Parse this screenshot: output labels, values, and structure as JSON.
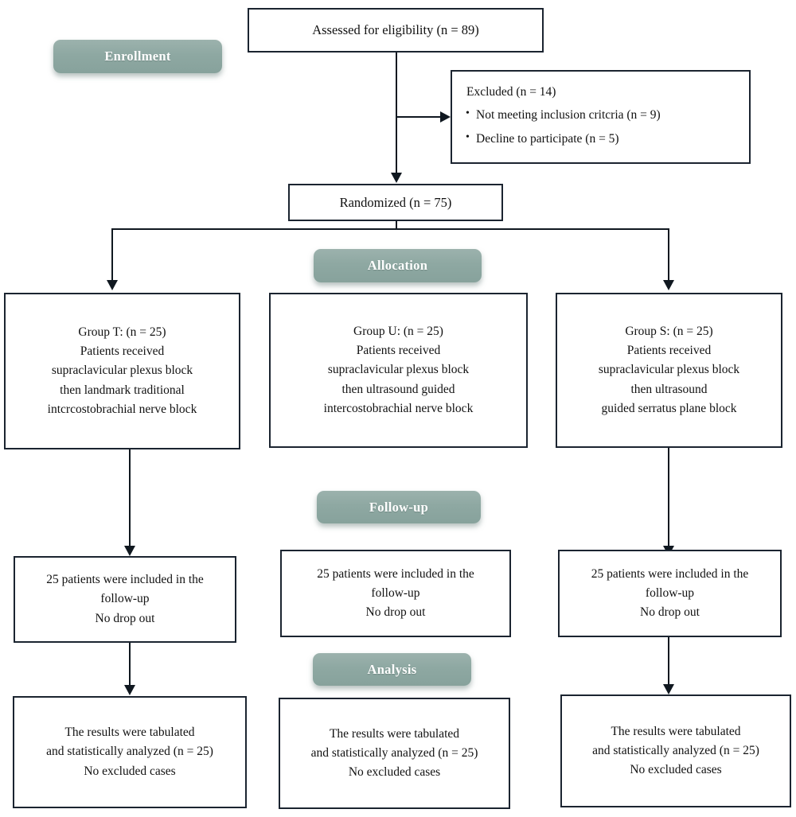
{
  "diagram": {
    "title": "CONSORT participant flow diagram",
    "accent_color": "#8ea8a2",
    "line_color": "#101820",
    "box_border_color": "#1b2430",
    "background_color": "#ffffff"
  },
  "stages": {
    "enrollment": "Enrollment",
    "allocation": "Allocation",
    "followup": "Follow-up",
    "analysis": "Analysis"
  },
  "enrollment": {
    "assessed": "Assessed for eligibility (n = 89)",
    "excluded_heading": "Excluded (n = 14)",
    "excluded_reasons": [
      "Not meeting inclusion critcria (n = 9)",
      "Decline to participate (n = 5)"
    ],
    "randomized": "Randomized (n = 75)"
  },
  "allocation": [
    {
      "lines": [
        "Group T: (n = 25)",
        "Patients received",
        "supraclavicular plexus block",
        "then landmark traditional",
        "intcrcostobrachial nerve block"
      ]
    },
    {
      "lines": [
        "Group U: (n = 25)",
        "Patients received",
        "supraclavicular plexus block",
        "then ultrasound guided",
        "intercostobrachial nerve block"
      ]
    },
    {
      "lines": [
        "Group S: (n = 25)",
        "Patients received",
        "supraclavicular plexus block",
        "then ultrasound",
        "guided serratus plane block"
      ]
    }
  ],
  "followup": [
    {
      "lines": [
        "25 patients were included in the",
        "follow-up",
        "No drop out"
      ]
    },
    {
      "lines": [
        "25 patients were included in the",
        "follow-up",
        "No drop out"
      ]
    },
    {
      "lines": [
        "25 patients were included in the",
        "follow-up",
        "No drop out"
      ]
    }
  ],
  "analysis": [
    {
      "lines": [
        "The results were tabulated",
        "and statistically analyzed (n = 25)",
        "No excluded cases"
      ]
    },
    {
      "lines": [
        "The results were tabulated",
        "and statistically analyzed (n = 25)",
        "No excluded cases"
      ]
    },
    {
      "lines": [
        "The results were tabulated",
        "and statistically analyzed (n = 25)",
        "No excluded cases"
      ]
    }
  ]
}
